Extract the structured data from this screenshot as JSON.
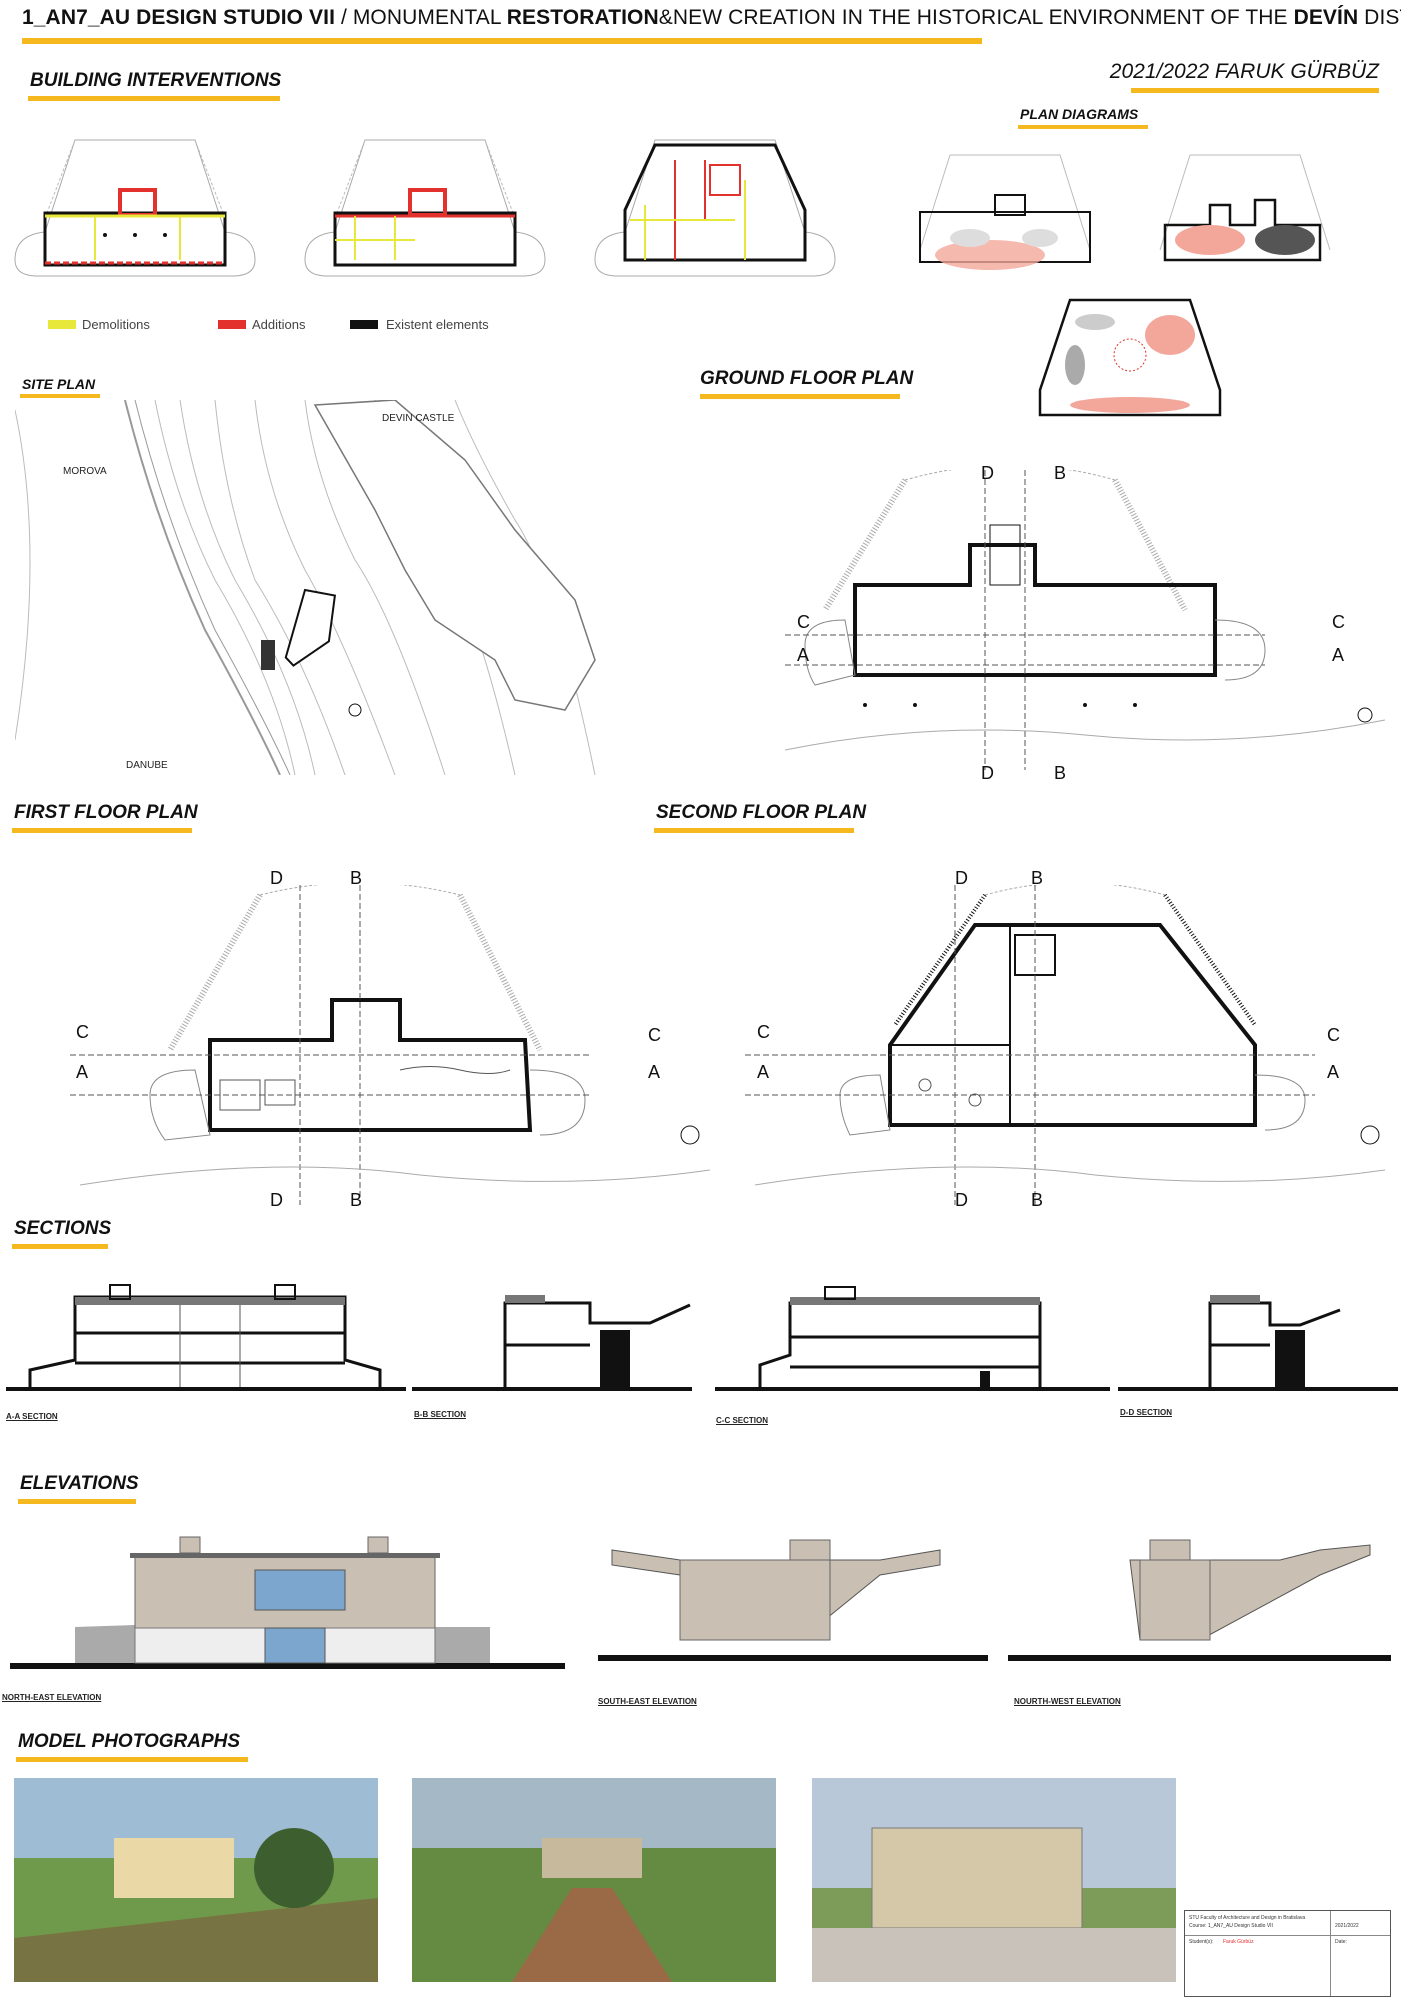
{
  "header": {
    "code": "1_AN7_AU DESIGN STUDIO VII",
    "sep": " / MONUMENTAL ",
    "restoration": "RESTORATION",
    "rest": "&NEW CREATION IN THE HISTORICAL ENVIRONMENT OF THE ",
    "devin": "DEVÍN",
    "district": " DISTRICT",
    "year_author": "2021/2022 FARUK GÜRBÜZ"
  },
  "sections": {
    "building_interventions": "BUILDING INTERVENTIONS",
    "plan_diagrams": "PLAN DIAGRAMS",
    "site_plan": "SITE PLAN",
    "ground_floor": "GROUND FLOOR PLAN",
    "first_floor": "FIRST FLOOR PLAN",
    "second_floor": "SECOND FLOOR PLAN",
    "sections": "SECTIONS",
    "elevations": "ELEVATIONS",
    "model_photos": "MODEL PHOTOGRAPHS"
  },
  "legend": {
    "demolitions": "Demolitions",
    "additions": "Additions",
    "existent": "Existent elements",
    "colors": {
      "demolitions": "#e8e83a",
      "additions": "#e3312d",
      "existent": "#111111"
    }
  },
  "site": {
    "castle": "DEVIN CASTLE",
    "morova": "MOROVA",
    "danube": "DANUBE"
  },
  "plan_markers": {
    "a": "A",
    "b": "B",
    "c": "C",
    "d": "D"
  },
  "section_labels": {
    "aa": "A-A SECTION",
    "bb": "B-B SECTION",
    "cc": "C-C SECTION",
    "dd": "D-D SECTION"
  },
  "elevation_labels": {
    "ne": "NORTH-EAST ELEVATION",
    "se": "SOUTH-EAST ELEVATION",
    "nw": "NOURTH-WEST ELEVATION"
  },
  "title_block": {
    "school": "STU Faculty of Architecture and Design in Bratislava",
    "course": "Course: 1_AN7_AU Design Studio VII",
    "students_label": "Student(s):",
    "student": "Faruk Gürbüz",
    "date_label": "Date:",
    "year": "2021/2022"
  },
  "accent_color": "#f5b91f"
}
